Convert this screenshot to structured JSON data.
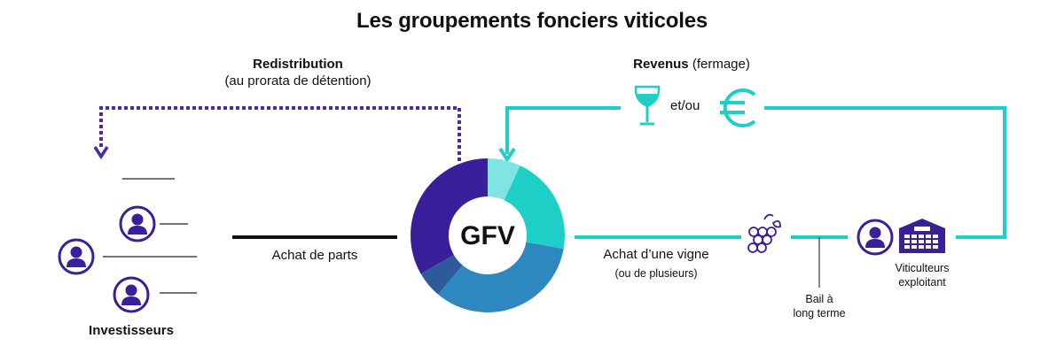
{
  "title": "Les groupements fonciers viticoles",
  "redistribution": {
    "title": "Redistribution",
    "subtitle": "(au prorata de détention)"
  },
  "revenus": {
    "title": "Revenus",
    "subtitle": "(fermage)",
    "connector": "et/ou"
  },
  "center": {
    "label": "GFV"
  },
  "investors": {
    "label": "Investisseurs"
  },
  "flow_parts": {
    "label": "Achat de parts"
  },
  "flow_vigne": {
    "label": "Achat d’une vigne",
    "sublabel": "(ou de plusieurs)"
  },
  "bail": {
    "line1": "Bail à",
    "line2": "long terme"
  },
  "viticulteurs": {
    "line1": "Viticulteurs",
    "line2": "exploitant"
  },
  "colors": {
    "purple": "#3a1f9b",
    "teal": "#1ecfc8",
    "teal_light": "#7fe5e2",
    "blue": "#2e88bf",
    "navy": "#2d5b9a",
    "dotted": "#4a2aa8"
  },
  "donut_segments": [
    {
      "name": "teal-light",
      "color": "#7fe5e2"
    },
    {
      "name": "teal",
      "color": "#1ecfc8"
    },
    {
      "name": "blue",
      "color": "#2e88bf"
    },
    {
      "name": "navy",
      "color": "#2d5b9a"
    },
    {
      "name": "purple",
      "color": "#3a1f9b"
    }
  ],
  "icons": {
    "wine_glass": "wine-glass-icon",
    "euro": "euro-icon",
    "grapes": "grapes-icon",
    "person": "person-icon",
    "warehouse": "warehouse-icon"
  }
}
